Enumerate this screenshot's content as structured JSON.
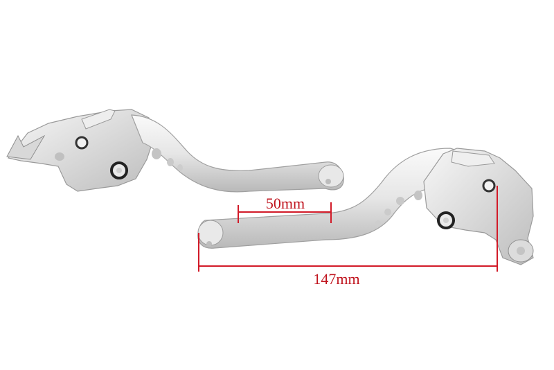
{
  "photo": {
    "subject": "lever-pair",
    "colors": {
      "background": "#ffffff",
      "lever_light": "#f2f2f2",
      "lever_mid": "#d9d9d9",
      "lever_shadow": "#a8a8a8",
      "bolt_dark": "#2a2a2a",
      "measure_red": "#d21a28"
    }
  },
  "measurements": {
    "short_label": "50mm",
    "long_label": "147mm"
  }
}
